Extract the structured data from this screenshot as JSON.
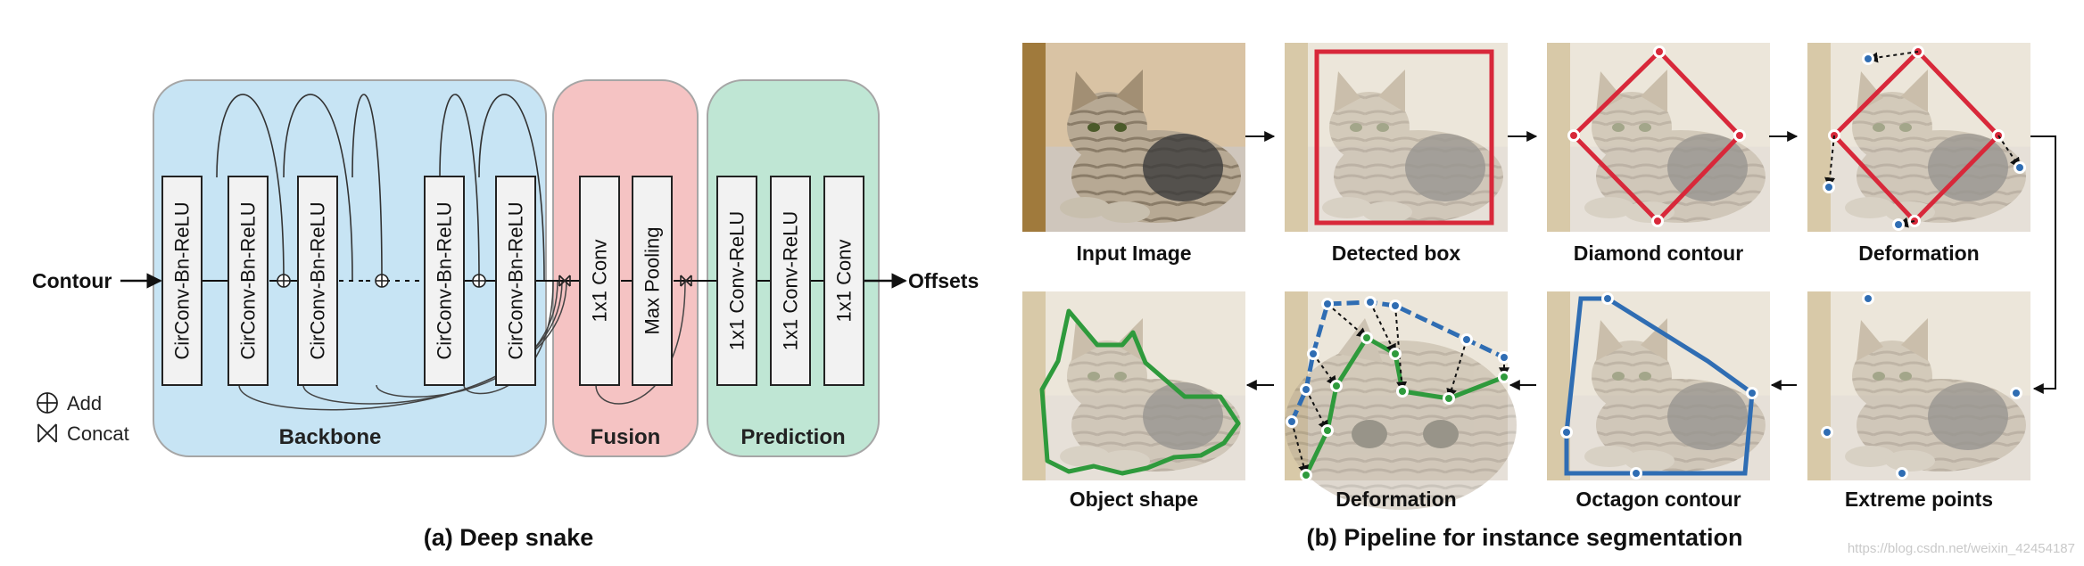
{
  "deep_snake": {
    "input_label": "Contour",
    "output_label": "Offsets",
    "backbone": {
      "title": "Backbone",
      "blocks": [
        "CirConv-Bn-ReLU",
        "CirConv-Bn-ReLU",
        "CirConv-Bn-ReLU",
        "CirConv-Bn-ReLU",
        "CirConv-Bn-ReLU"
      ]
    },
    "fusion": {
      "title": "Fusion",
      "blocks": [
        "1x1 Conv",
        "Max Pooling"
      ]
    },
    "prediction": {
      "title": "Prediction",
      "blocks": [
        "1x1 Conv-ReLU",
        "1x1 Conv-ReLU",
        "1x1 Conv"
      ]
    },
    "legend": {
      "add": "Add",
      "concat": "Concat"
    },
    "caption": "(a) Deep snake",
    "colors": {
      "backbone": "#c7e4f4",
      "fusion": "#f5c3c3",
      "prediction": "#bfe6d4"
    }
  },
  "pipeline": {
    "caption": "(b) Pipeline for instance segmentation",
    "steps": [
      "Input Image",
      "Detected box",
      "Diamond contour",
      "Deformation",
      "Extreme points",
      "Octagon contour",
      "Deformation",
      "Object shape"
    ],
    "colors": {
      "box": "#d8283a",
      "contour_blue": "#2f6db3",
      "contour_green": "#2e9a3c"
    }
  },
  "watermark": "https://blog.csdn.net/weixin_42454187"
}
